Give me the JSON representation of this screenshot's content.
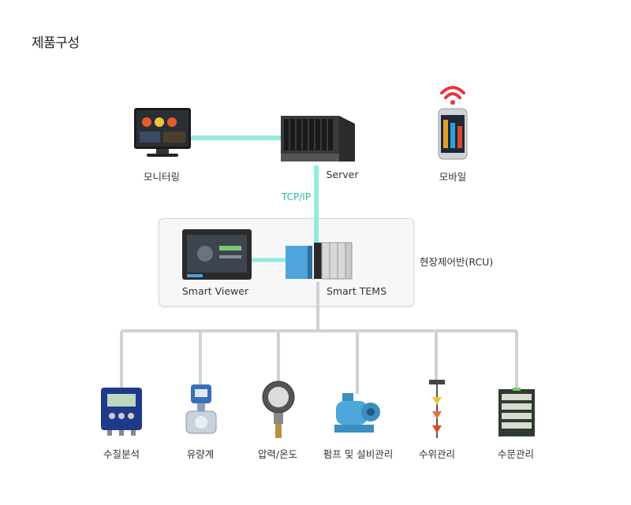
{
  "page": {
    "title": "제품구성"
  },
  "nodes": {
    "monitoring": "모니터링",
    "server": "Server",
    "mobile": "모바일",
    "protocol": "TCP/IP",
    "smart_viewer": "Smart Viewer",
    "smart_tems": "Smart TEMS",
    "rcu": "현장제어반(RCU)"
  },
  "sensors": [
    {
      "label": "수질분석"
    },
    {
      "label": "유량계"
    },
    {
      "label": "압력/온도"
    },
    {
      "label": "펌프 및 설비관리"
    },
    {
      "label": "수위관리"
    },
    {
      "label": "수문관리"
    }
  ],
  "colors": {
    "network_link": "#5fe0cf",
    "field_bus": "#cfcfcf",
    "wifi": "#e8343f",
    "accent_text": "#22b8a6"
  }
}
